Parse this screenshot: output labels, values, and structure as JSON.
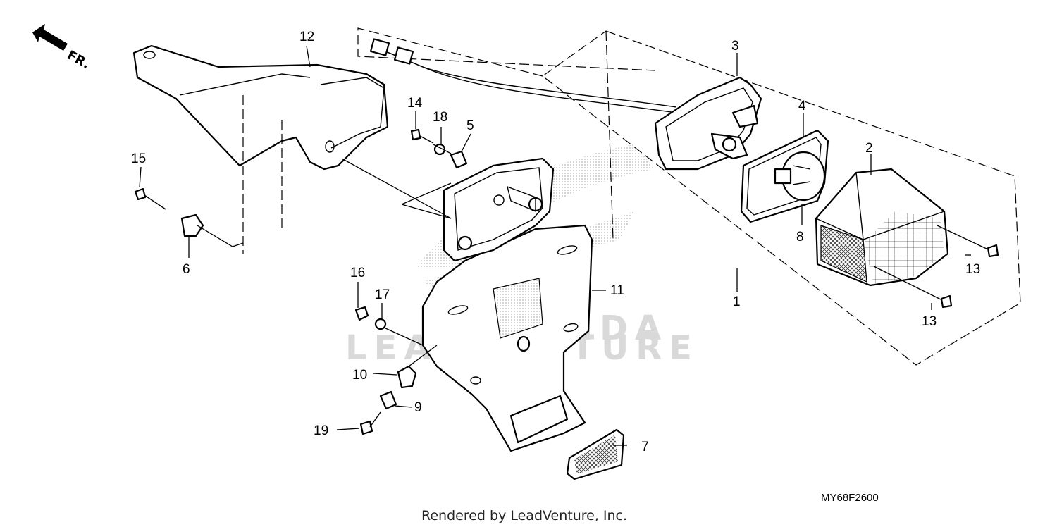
{
  "direction_label": "FR.",
  "callouts": [
    {
      "id": "1",
      "label": "1"
    },
    {
      "id": "2",
      "label": "2"
    },
    {
      "id": "3",
      "label": "3"
    },
    {
      "id": "4",
      "label": "4"
    },
    {
      "id": "5",
      "label": "5"
    },
    {
      "id": "6",
      "label": "6"
    },
    {
      "id": "7",
      "label": "7"
    },
    {
      "id": "8",
      "label": "8"
    },
    {
      "id": "9",
      "label": "9"
    },
    {
      "id": "10",
      "label": "10"
    },
    {
      "id": "11",
      "label": "11"
    },
    {
      "id": "12",
      "label": "12"
    },
    {
      "id": "13a",
      "label": "13"
    },
    {
      "id": "13b",
      "label": "13"
    },
    {
      "id": "14",
      "label": "14"
    },
    {
      "id": "15",
      "label": "15"
    },
    {
      "id": "16",
      "label": "16"
    },
    {
      "id": "17",
      "label": "17"
    },
    {
      "id": "18",
      "label": "18"
    },
    {
      "id": "19",
      "label": "19"
    }
  ],
  "watermark": {
    "brand": "HONDA",
    "text": "LEADVENTURE"
  },
  "diagram_code": "MY68F2600",
  "credit": "Rendered by LeadVenture, Inc."
}
